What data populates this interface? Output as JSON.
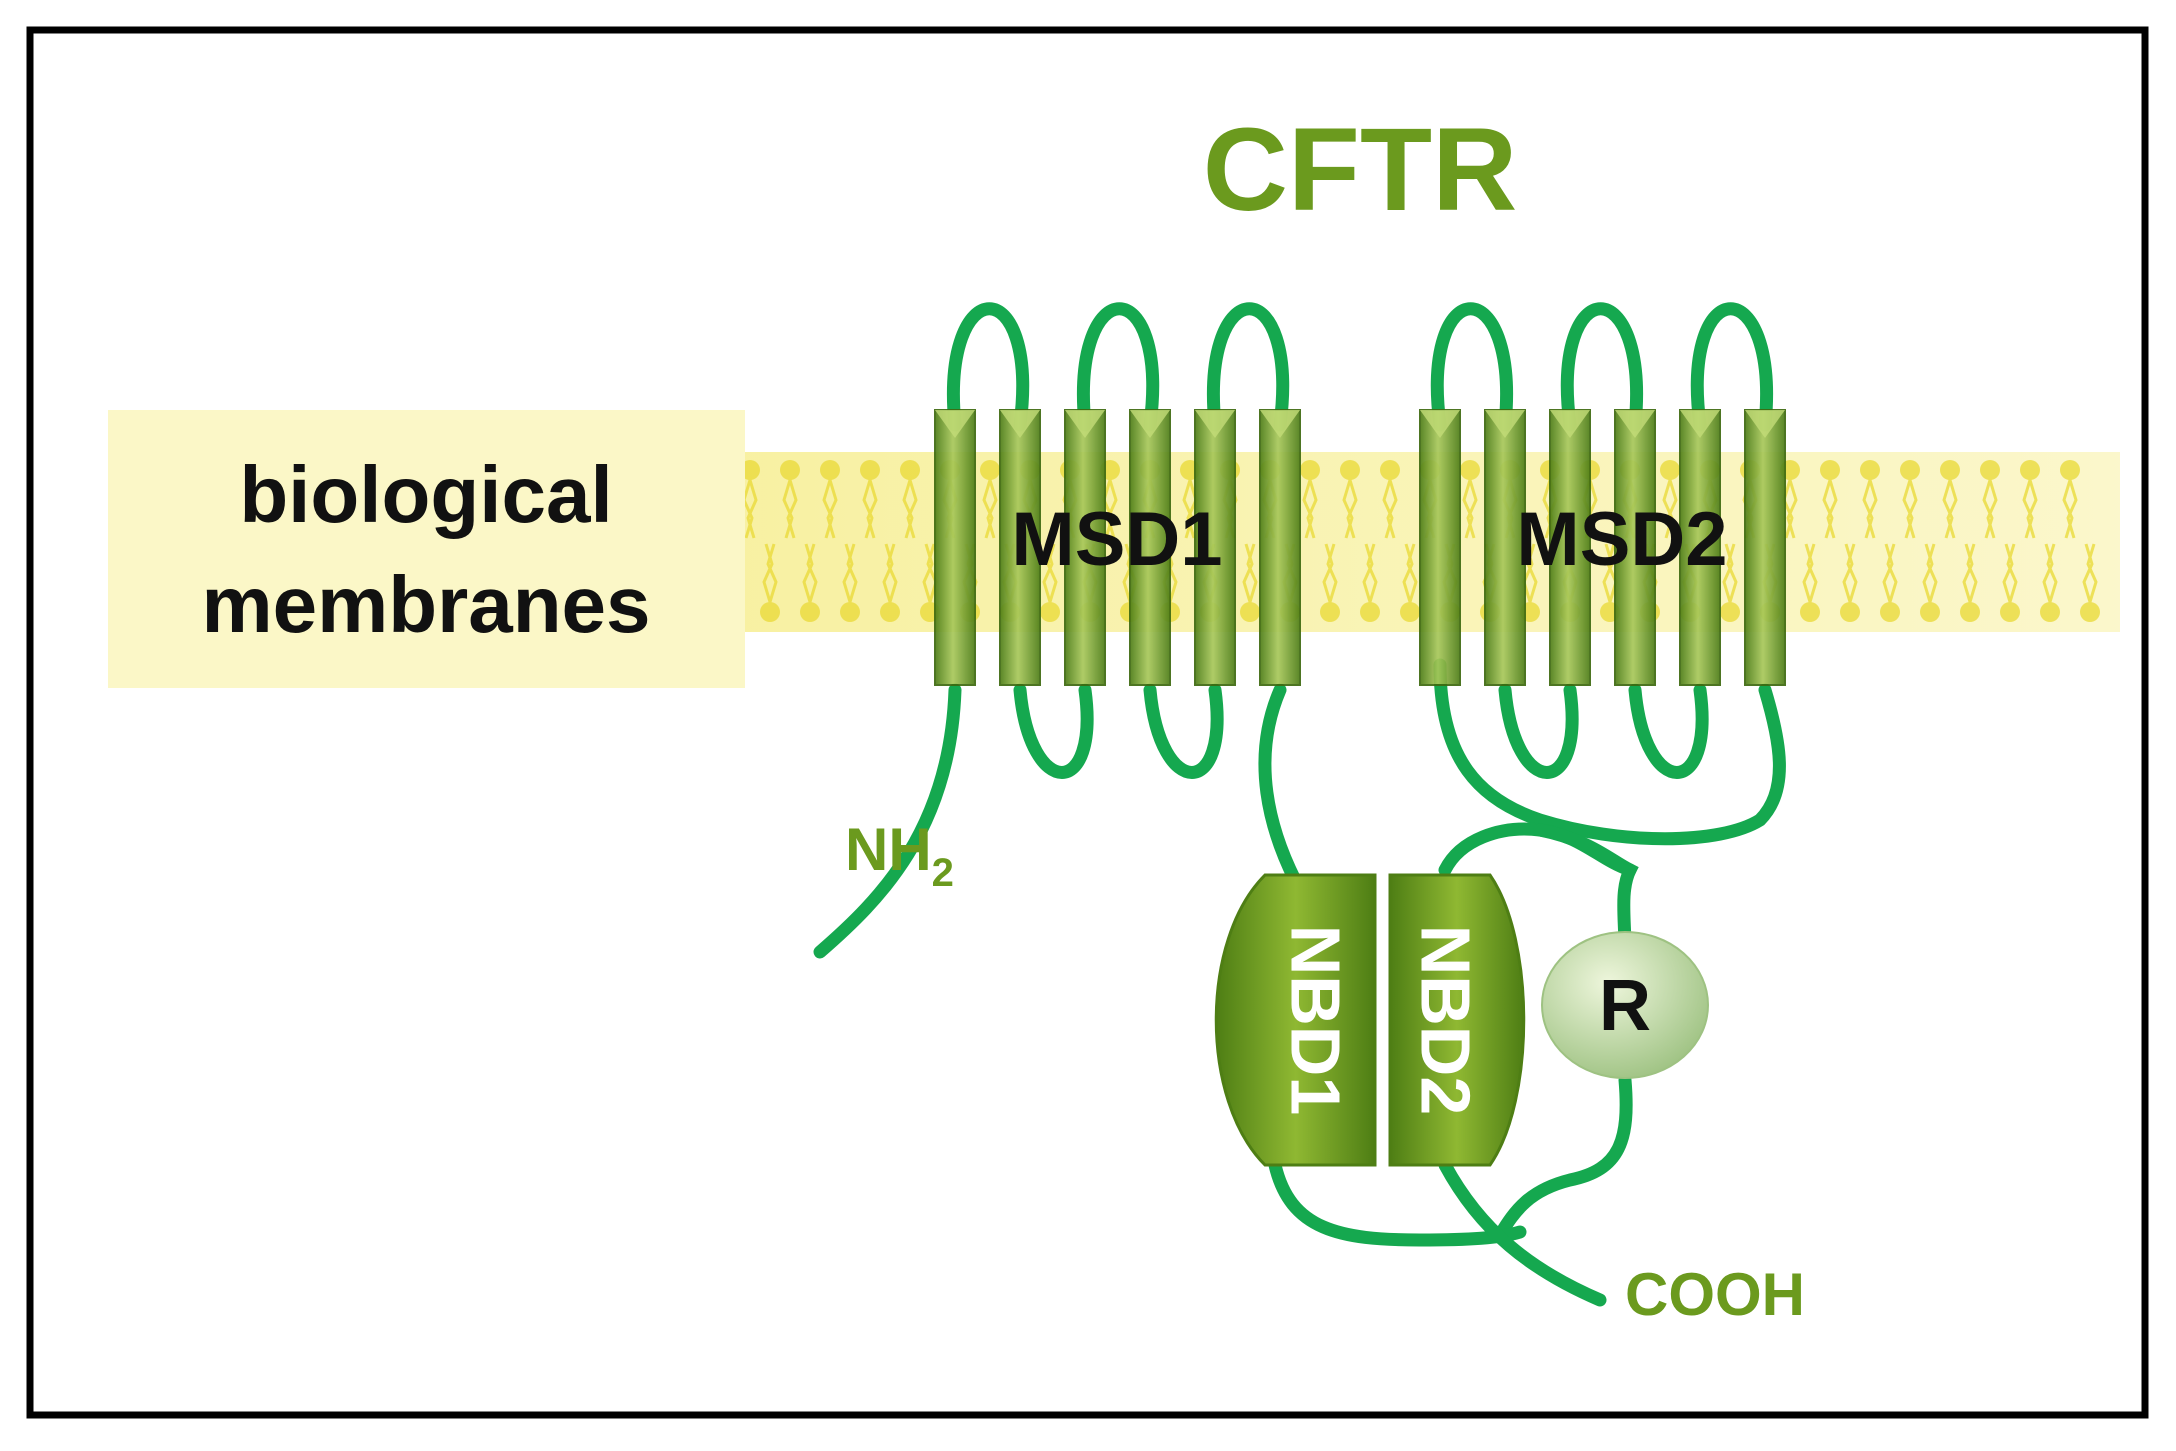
{
  "title": "CFTR",
  "membrane_label": {
    "line1": "biological",
    "line2": "membranes"
  },
  "domains": {
    "msd1": "MSD1",
    "msd2": "MSD2",
    "nbd1": "NBD1",
    "nbd2": "NBD2",
    "r": "R"
  },
  "termini": {
    "n_main": "NH",
    "n_sub": "2",
    "c": "COOH"
  },
  "colors": {
    "frame": "#000000",
    "title": "#6b9a1e",
    "label_box": "#fbf7c7",
    "membrane": "#f7ef98",
    "lipid": "#eadb3c",
    "chain": "#15a84f",
    "helix_light": "#a8c85a",
    "helix_dark": "#4d7d16",
    "nbd_light": "#8fb832",
    "nbd_dark": "#4e7e14",
    "r_light": "#eef6dc",
    "r_dark": "#9ec282",
    "terminus_text": "#6b9a1e",
    "domain_text": "#111111",
    "nbd_text": "#ffffff"
  }
}
